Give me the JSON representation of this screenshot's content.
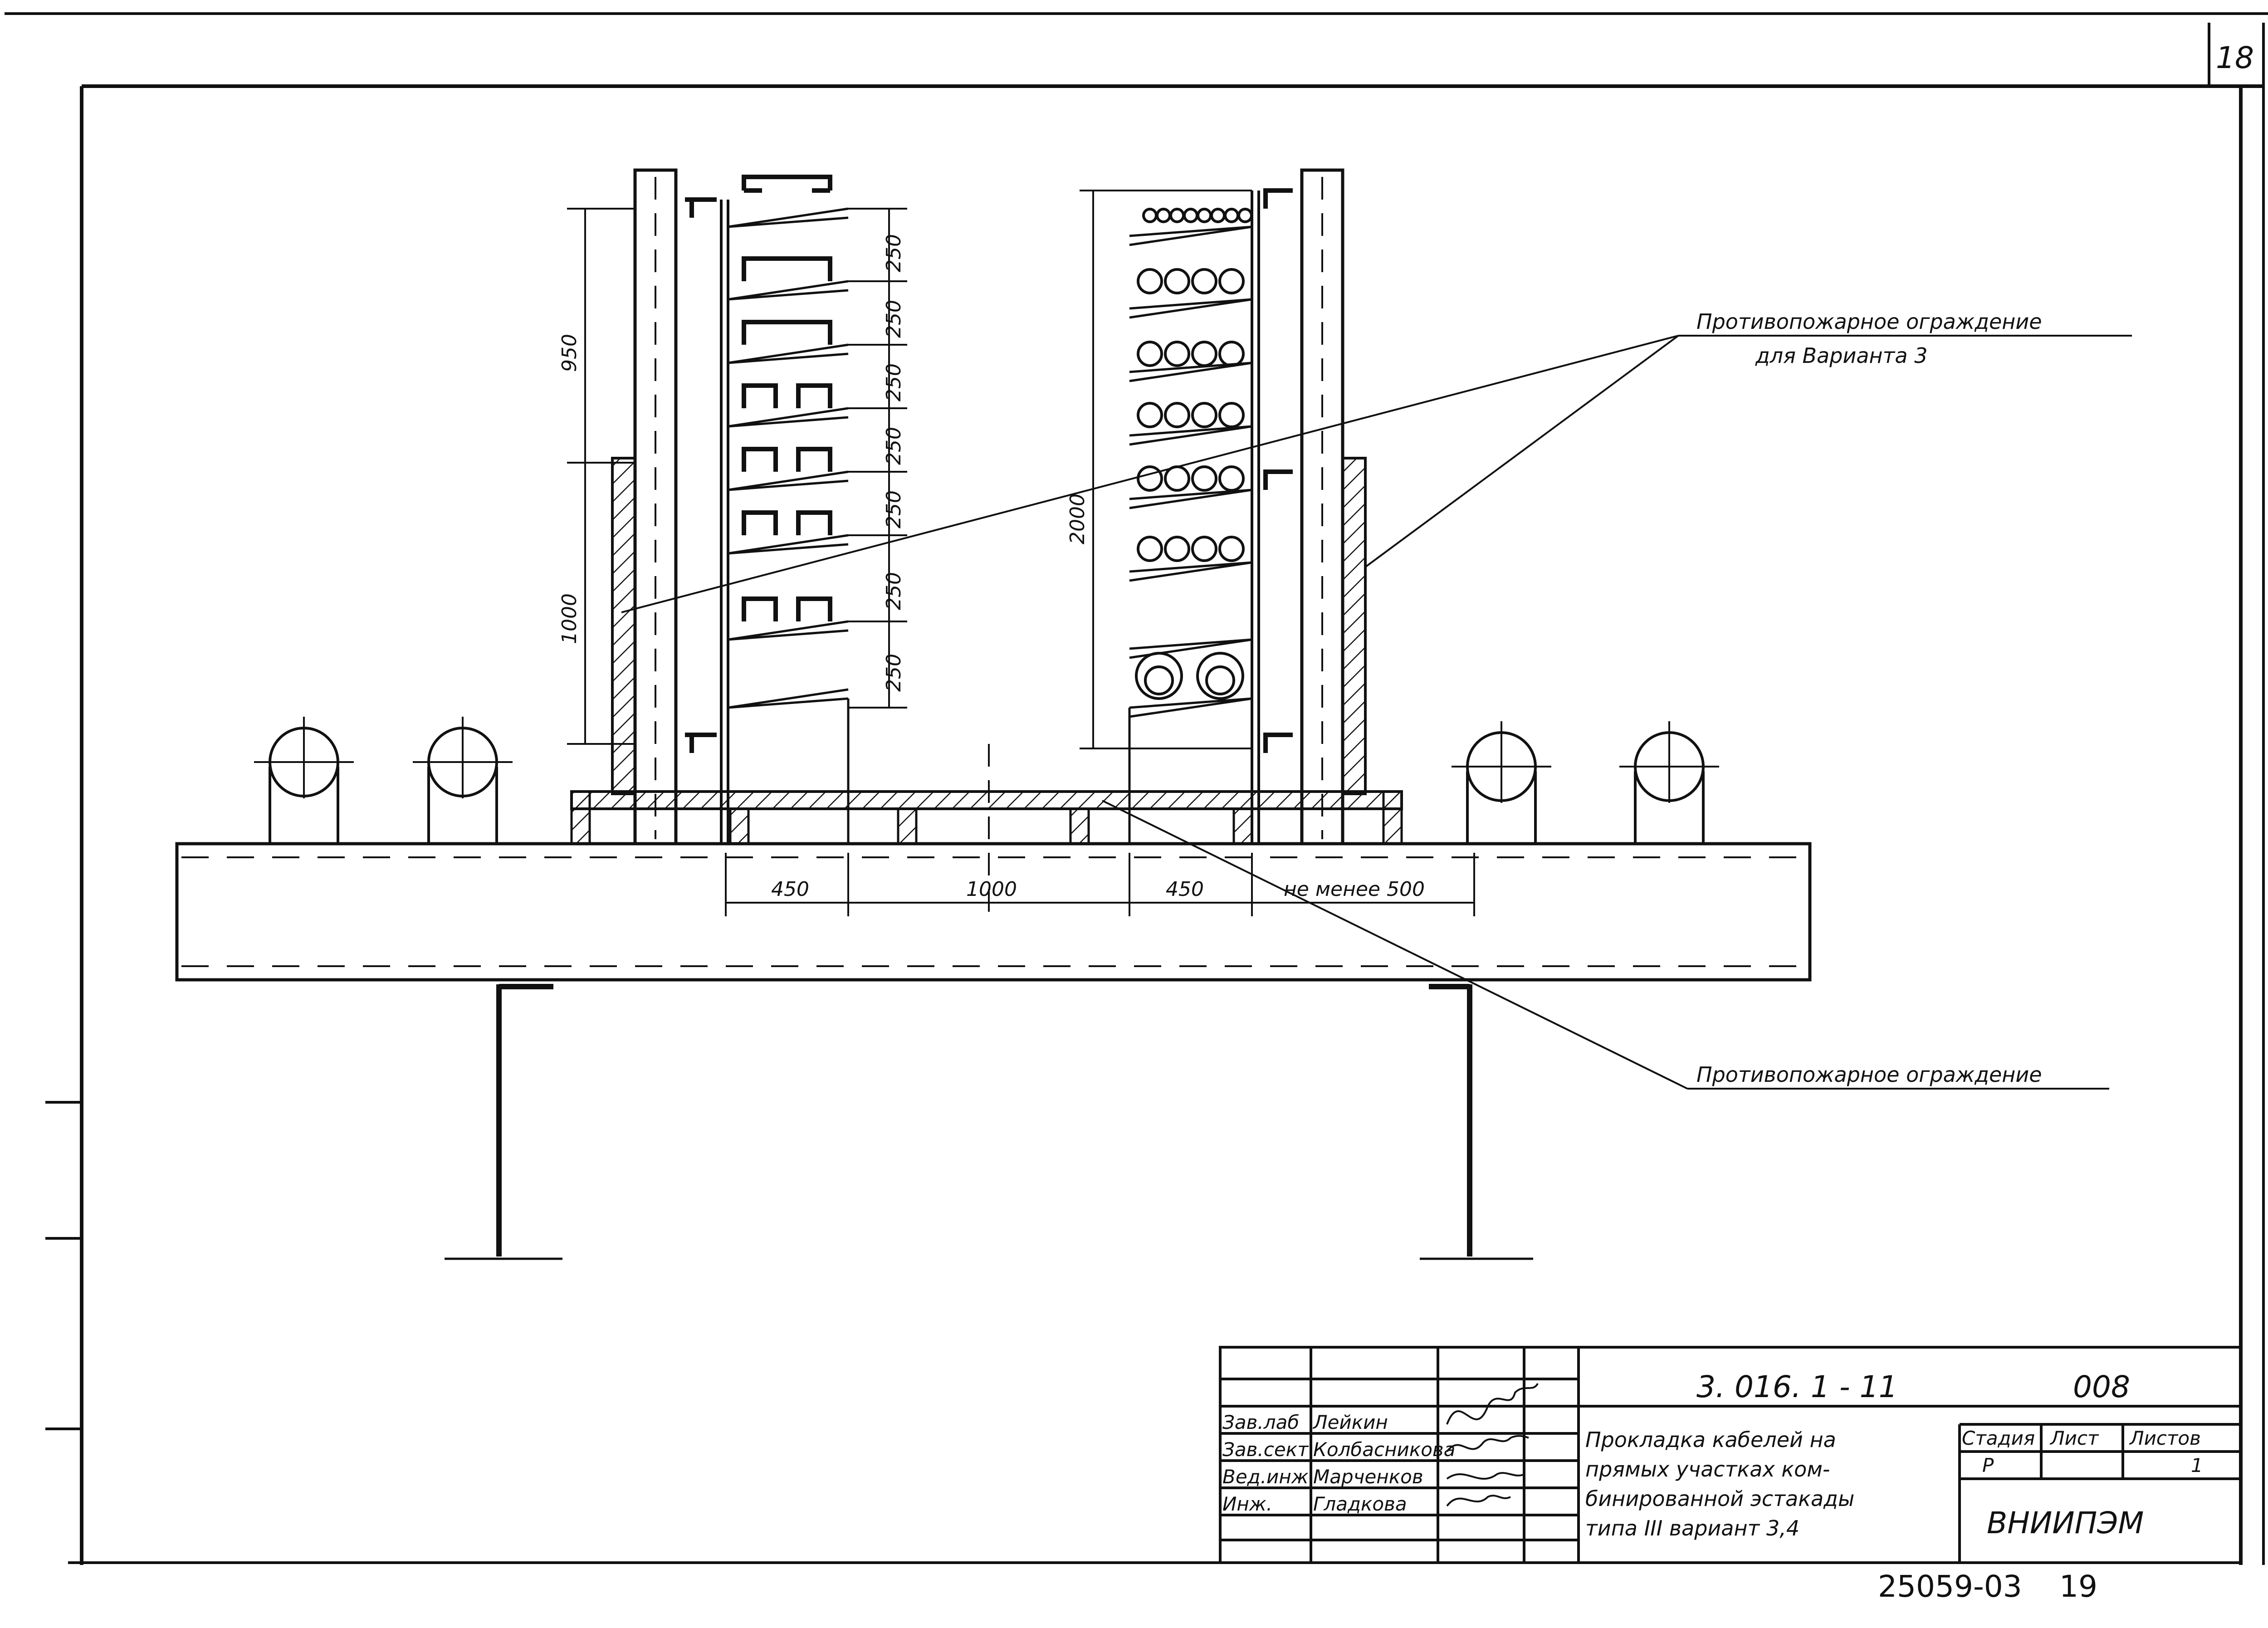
{
  "page_number": "18",
  "labels": {
    "fire_barrier_option3_line1": "Противопожарное ограждение",
    "fire_barrier_option3_line2": "для Варианта 3",
    "fire_barrier": "Противопожарное ограждение"
  },
  "dimensions": {
    "v950": "950",
    "v1000": "1000",
    "v2000": "2000",
    "shelf_spacing": [
      "250",
      "250",
      "250",
      "250",
      "250",
      "250",
      "250"
    ],
    "h450_left": "450",
    "h1000": "1000",
    "h450_right": "450",
    "min500": "не менее 500"
  },
  "title_block": {
    "doc_code": "3. 016. 1 - 11",
    "sheet_code": "008",
    "roles": [
      "Зав.лаб",
      "Зав.сект",
      "Вед.инж.",
      "Инж."
    ],
    "names": [
      "Лейкин",
      "Колбасникова",
      "Марченков",
      "Гладкова"
    ],
    "title_lines": [
      "Прокладка кабелей на",
      "прямых участках ком-",
      "бинированной эстакады",
      "типа III вариант 3,4"
    ],
    "stage_header": "Стадия",
    "sheet_header": "Лист",
    "sheets_header": "Листов",
    "stage": "Р",
    "sheet": "",
    "sheets": "1",
    "organization": "ВНИИПЭМ"
  },
  "archive_number": "25059-03",
  "archive_sheet": "19"
}
